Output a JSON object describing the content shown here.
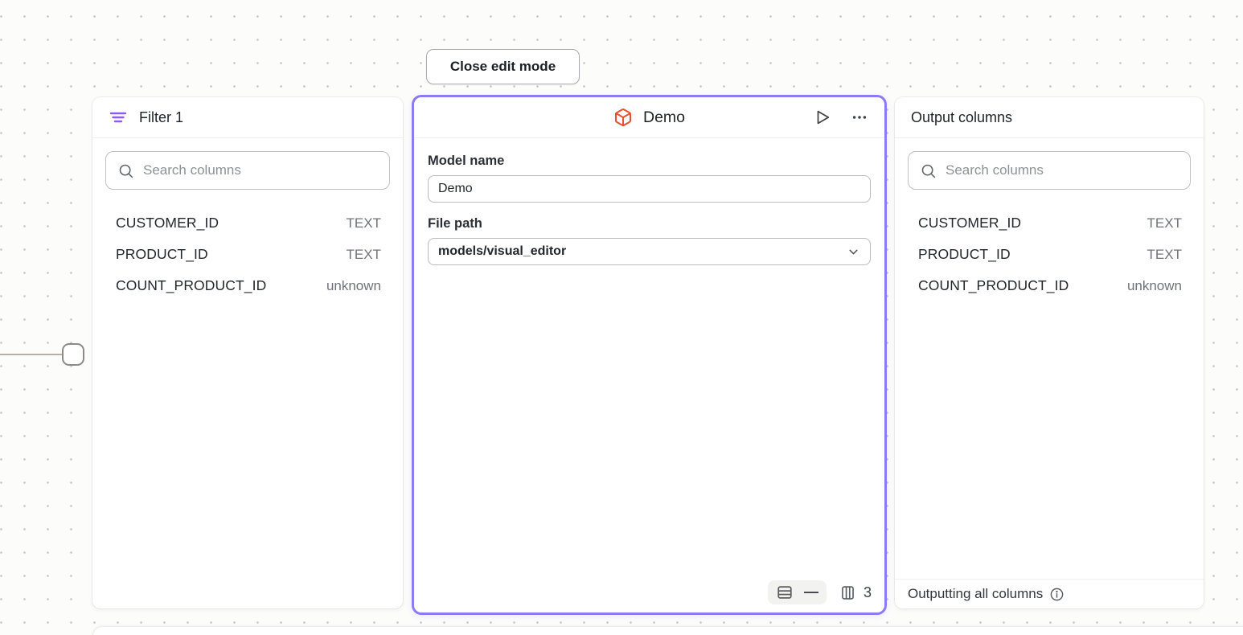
{
  "toolbar": {
    "close_edit_label": "Close edit mode"
  },
  "filter_panel": {
    "title": "Filter 1",
    "search_placeholder": "Search columns",
    "columns": [
      {
        "name": "CUSTOMER_ID",
        "type": "TEXT"
      },
      {
        "name": "PRODUCT_ID",
        "type": "TEXT"
      },
      {
        "name": "COUNT_PRODUCT_ID",
        "type": "unknown"
      }
    ]
  },
  "model_panel": {
    "title": "Demo",
    "model_name_label": "Model name",
    "model_name_value": "Demo",
    "file_path_label": "File path",
    "file_path_value": "models/visual_editor",
    "row_count": "—",
    "column_count": "3"
  },
  "output_panel": {
    "title": "Output columns",
    "search_placeholder": "Search columns",
    "columns": [
      {
        "name": "CUSTOMER_ID",
        "type": "TEXT"
      },
      {
        "name": "PRODUCT_ID",
        "type": "TEXT"
      },
      {
        "name": "COUNT_PRODUCT_ID",
        "type": "unknown"
      }
    ],
    "footer_label": "Outputting all columns"
  },
  "icons": {
    "filter-icon": "purple filter funnel lines",
    "box-icon": "orange model cube outline",
    "play-icon": "run model triangle outline",
    "ellipsis-icon": "more options three dots",
    "search-icon": "magnifying glass",
    "chevron-down-icon": "dropdown arrow",
    "table-rows-icon": "row count preview",
    "table-columns-icon": "column count preview",
    "info-icon": "circled i tooltip"
  },
  "colors": {
    "selection_purple": "#8c7cf1",
    "filter_purple": "#8b5cf6",
    "model_orange": "#e8502d",
    "canvas_background": "#fcfcfb"
  }
}
